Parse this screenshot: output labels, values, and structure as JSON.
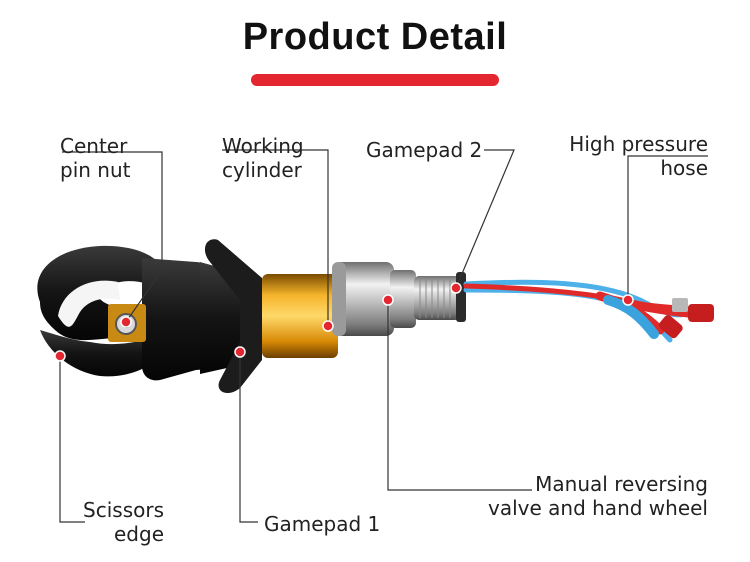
{
  "title": "Product Detail",
  "accent_color": "#e3262f",
  "callouts": {
    "center_pin_nut": "Center\npin nut",
    "working_cylinder": "Working\ncylinder",
    "gamepad_2": "Gamepad 2",
    "high_pressure_hose": "High pressure\nhose",
    "manual_reversing": "Manual reversing\nvalve and hand wheel",
    "scissors_edge": "Scissors\nedge",
    "gamepad_1": "Gamepad 1"
  }
}
